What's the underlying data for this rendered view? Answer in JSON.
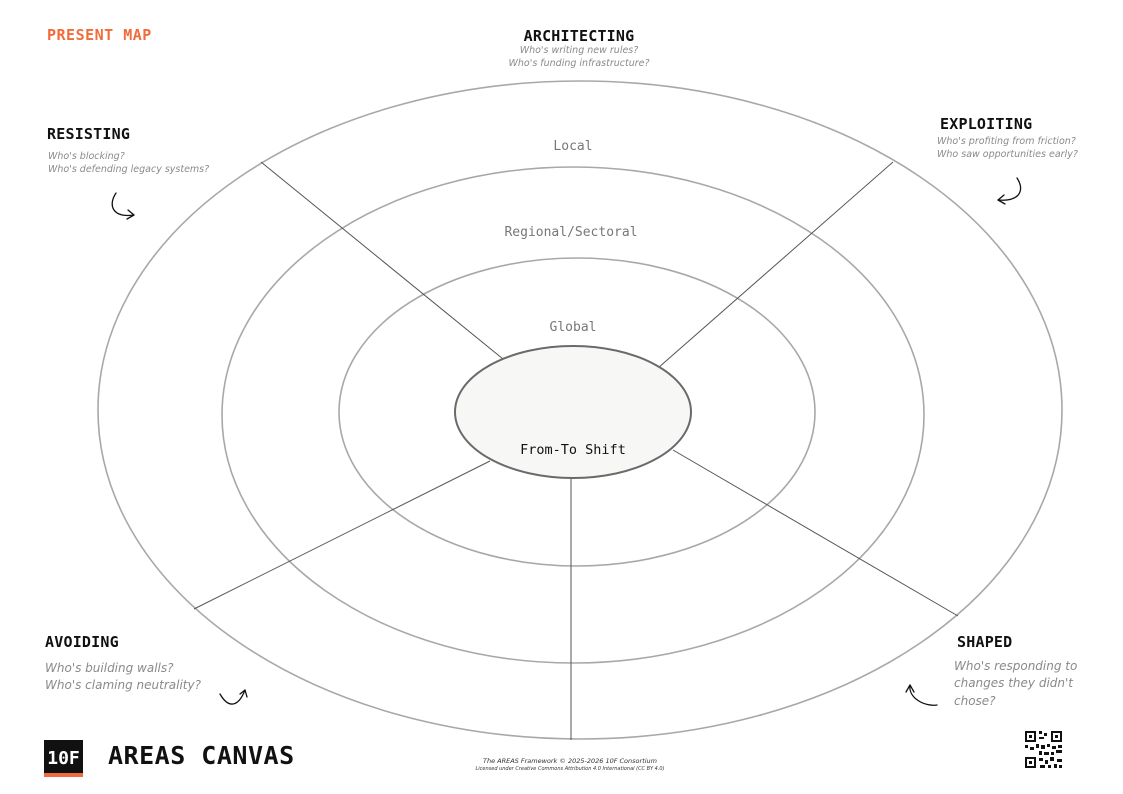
{
  "map_title": "PRESENT MAP",
  "colors": {
    "accent": "#f26b3a",
    "ring": "#a8a8a8",
    "center_fill": "#f7f7f5",
    "center_stroke": "#6a6a6a",
    "lines": "#555555"
  },
  "rings": {
    "local": "Local",
    "regional": "Regional/Sectoral",
    "global": "Global",
    "center": "From-To Shift"
  },
  "sections": {
    "architecting": {
      "title": "ARCHITECTING",
      "q1": "Who's writing new rules?",
      "q2": "Who's funding infrastructure?"
    },
    "resisting": {
      "title": "RESISTING",
      "q1": "Who's blocking?",
      "q2": "Who's defending legacy systems?"
    },
    "exploiting": {
      "title": "EXPLOITING",
      "q1": "Who's profiting from friction?",
      "q2": "Who saw opportunities early?"
    },
    "avoiding": {
      "title": "AVOIDING",
      "q1": "Who's building walls?",
      "q2": "Who's claming neutrality?"
    },
    "shaped": {
      "title": "SHAPED",
      "q1": "Who's responding to",
      "q2": "changes they didn't",
      "q3": "chose?"
    }
  },
  "logo": "10F",
  "canvas_title": "AREAS CANVAS",
  "footer": {
    "line1": "The AREAS Framework © 2025-2026 10F Consortium",
    "line2": "Licensed under Creative Commons Attribution 4.0 International (CC BY 4.0)"
  },
  "icons": {
    "arrows": "curved-arrow-icon",
    "qr": "qr-code-icon"
  }
}
